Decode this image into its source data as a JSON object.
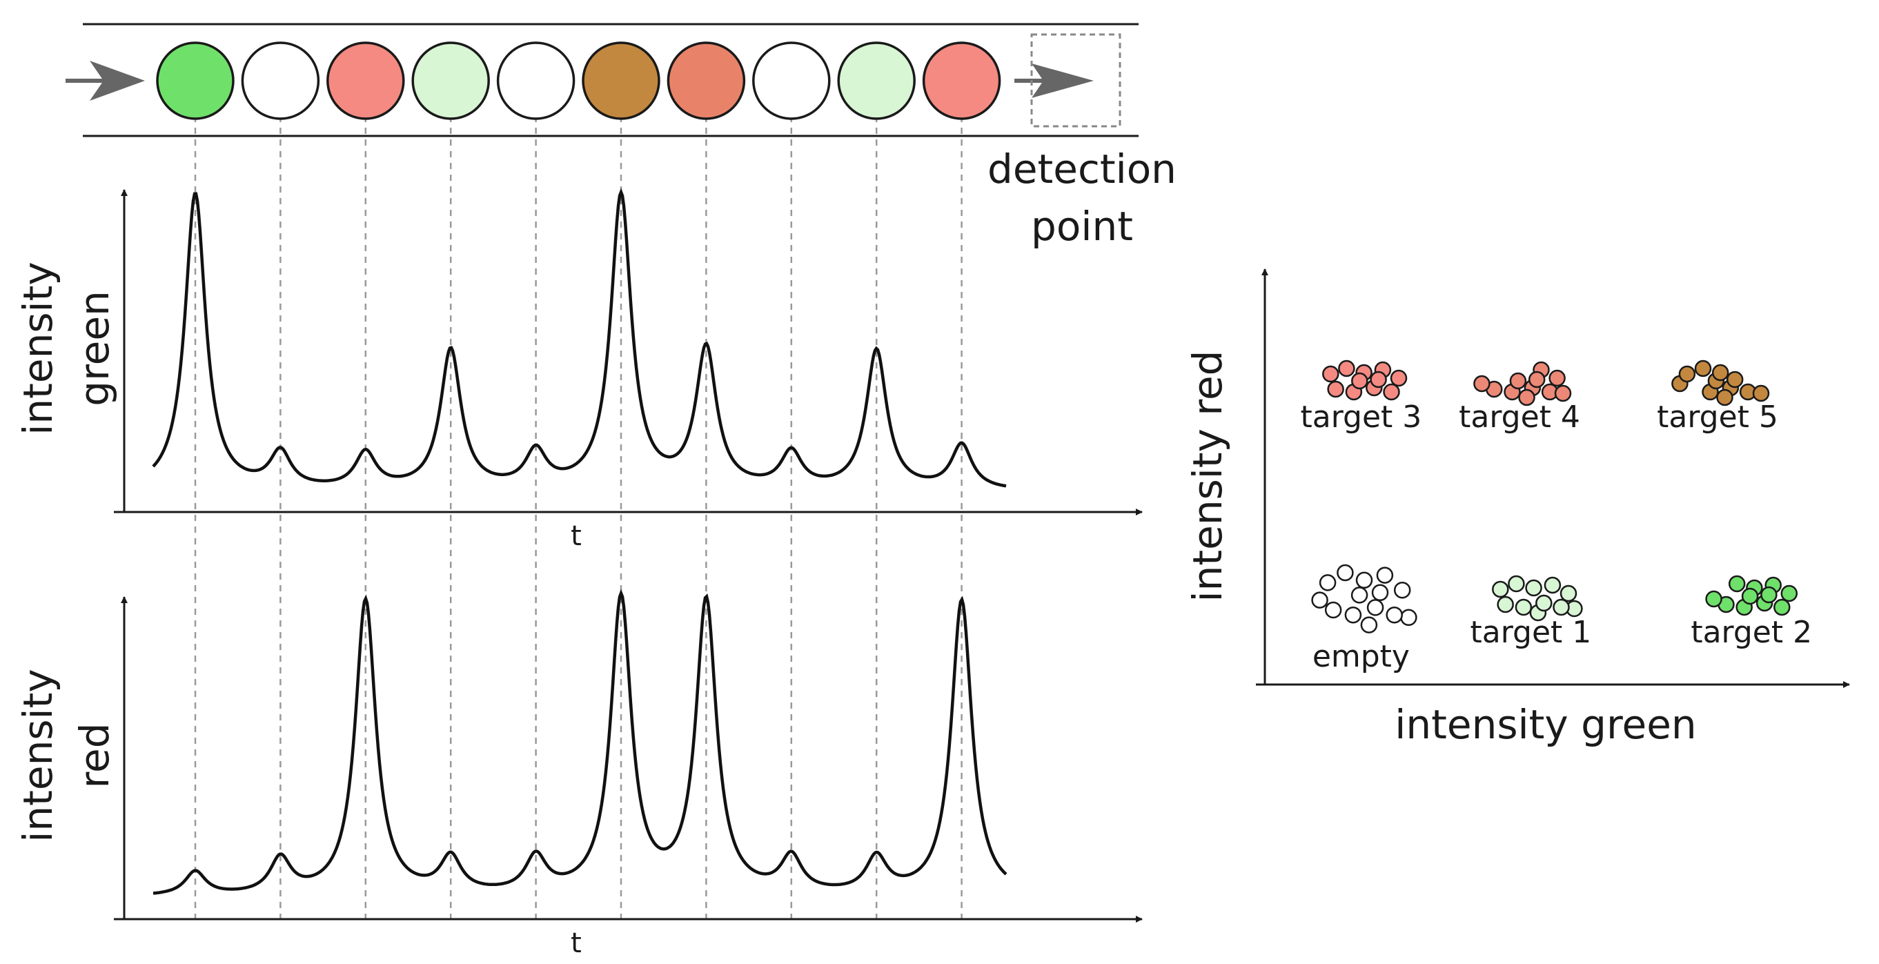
{
  "channel": {
    "label": "detection\npoint",
    "label_lines": [
      "detection",
      "point"
    ],
    "droplets": [
      {
        "color": "#6fe06a",
        "g": 1.0,
        "r": 0.08
      },
      {
        "color": "#ffffff",
        "g": 0.12,
        "r": 0.12
      },
      {
        "color": "#f48a82",
        "g": 0.12,
        "r": 1.0
      },
      {
        "color": "#d8f5d4",
        "g": 0.47,
        "r": 0.12
      },
      {
        "color": "#ffffff",
        "g": 0.12,
        "r": 0.12
      },
      {
        "color": "#c3883f",
        "g": 0.99,
        "r": 1.0
      },
      {
        "color": "#e8836a",
        "g": 0.47,
        "r": 0.99
      },
      {
        "color": "#ffffff",
        "g": 0.12,
        "r": 0.12
      },
      {
        "color": "#d8f5d4",
        "g": 0.47,
        "r": 0.12
      },
      {
        "color": "#f48a82",
        "g": 0.15,
        "r": 1.0
      }
    ]
  },
  "plots": {
    "green": {
      "ylabel_lines": [
        "intensity",
        "green"
      ],
      "xlabel": "t"
    },
    "red": {
      "ylabel_lines": [
        "intensity",
        "red"
      ],
      "xlabel": "t"
    }
  },
  "scatter": {
    "xlabel": "intensity green",
    "ylabel": "intensity red",
    "clusters": [
      {
        "label": "target 3",
        "color": "#f48a82",
        "gx": 0.17,
        "ry": 0.73
      },
      {
        "label": "target 4",
        "color": "#ec8876",
        "gx": 0.45,
        "ry": 0.73
      },
      {
        "label": "target 5",
        "color": "#c3883f",
        "gx": 0.8,
        "ry": 0.73
      },
      {
        "label": "empty",
        "color": "#ffffff",
        "gx": 0.17,
        "ry": 0.21
      },
      {
        "label": "target 1",
        "color": "#d8f5d4",
        "gx": 0.47,
        "ry": 0.21
      },
      {
        "label": "target 2",
        "color": "#6fe06a",
        "gx": 0.86,
        "ry": 0.21
      }
    ]
  }
}
